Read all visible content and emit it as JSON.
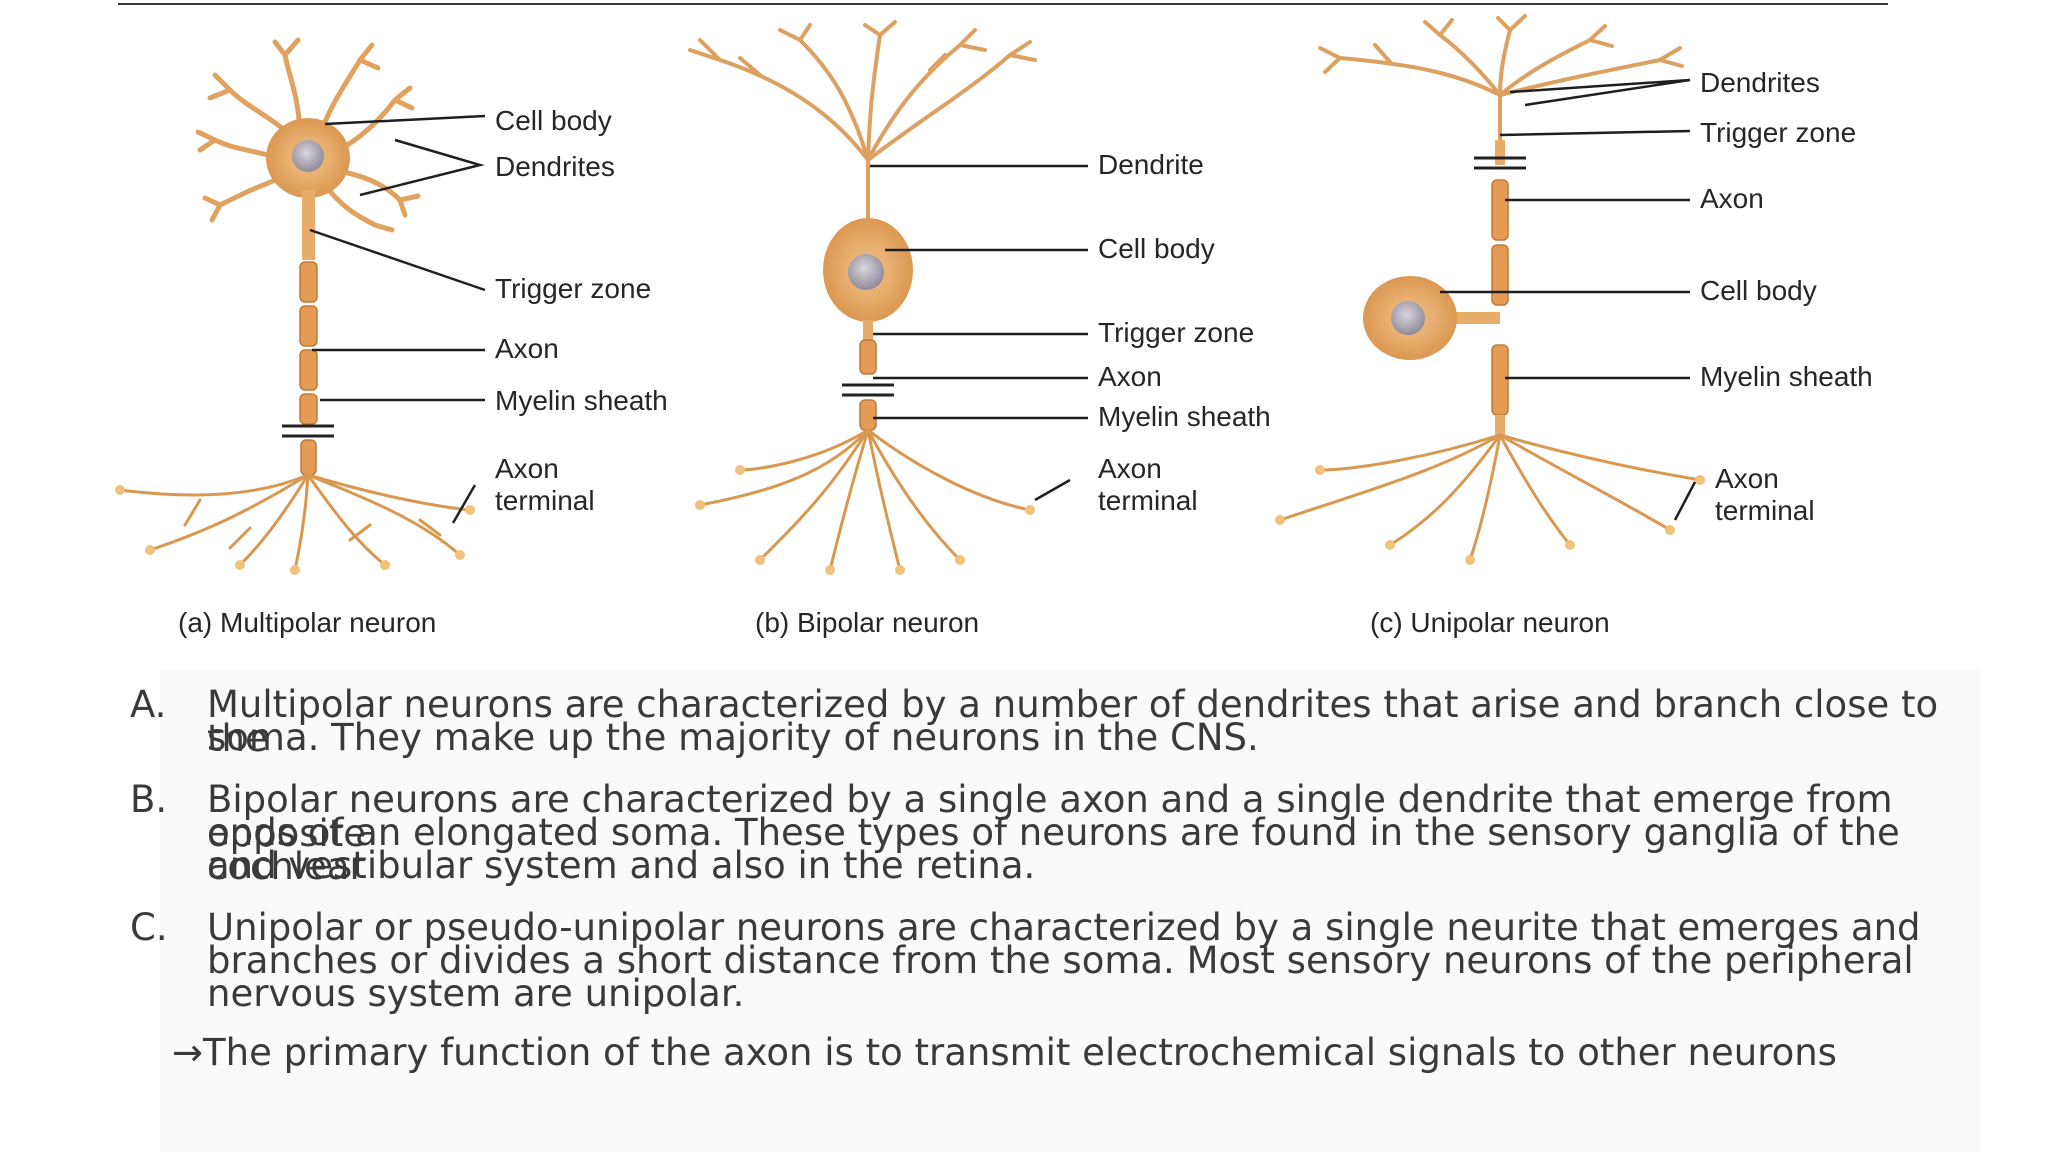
{
  "diagram": {
    "panels": [
      {
        "caption": "(a) Multipolar neuron",
        "labels": [
          "Cell body",
          "Dendrites",
          "Trigger zone",
          "Axon",
          "Myelin sheath",
          "Axon",
          "terminal"
        ]
      },
      {
        "caption": "(b) Bipolar neuron",
        "labels": [
          "Dendrite",
          "Cell body",
          "Trigger zone",
          "Axon",
          "Myelin sheath",
          "Axon",
          "terminal"
        ]
      },
      {
        "caption": "(c) Unipolar neuron",
        "labels": [
          "Dendrites",
          "Trigger zone",
          "Axon",
          "Cell body",
          "Myelin sheath",
          "Axon",
          "terminal"
        ]
      }
    ],
    "colors": {
      "neuron": "#e8ad6a",
      "neuron_dark": "#c98a45",
      "nucleus": "#9e9aa6",
      "leader": "#1f1f1f"
    }
  },
  "notes": {
    "items": [
      {
        "marker": "A.",
        "lines": [
          "Multipolar neurons are characterized by a number of dendrites that arise and branch close to the",
          "soma. They make up the majority of neurons in the CNS."
        ]
      },
      {
        "marker": "B.",
        "lines": [
          "Bipolar neurons are characterized by a single axon and a single dendrite that emerge from opposite",
          "ends of an elongated soma. These types of neurons are found in the sensory ganglia of the cochlear",
          "and vestibular system and also in the retina."
        ]
      },
      {
        "marker": "C.",
        "lines": [
          "Unipolar or pseudo-unipolar neurons are characterized by a single neurite that emerges and",
          "branches or divides a short distance from the soma. Most sensory neurons of the peripheral",
          "nervous system are unipolar."
        ]
      }
    ],
    "arrow_icon": "right-arrow-icon",
    "arrow_glyph": "→",
    "arrow_text": "The primary function of the axon is to transmit electrochemical signals to other neurons"
  }
}
